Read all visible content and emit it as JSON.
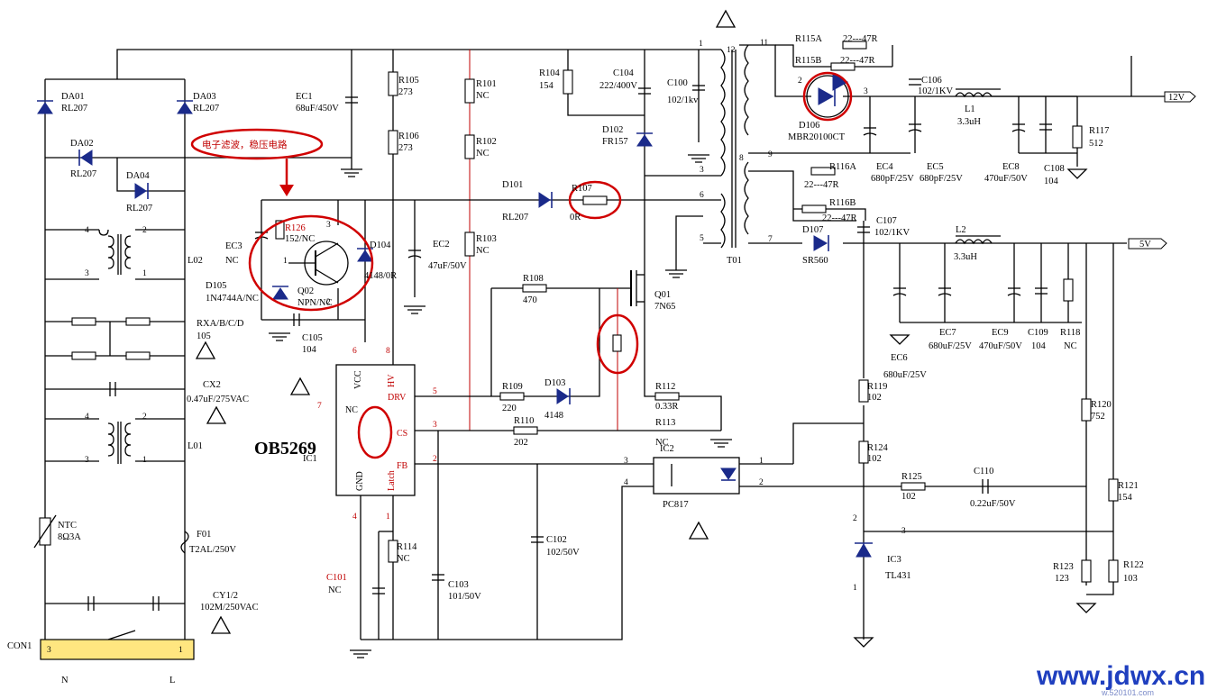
{
  "chip": "OB5269",
  "annotation": "电子滤波，稳压电路",
  "ic_pins": {
    "vcc": "VCC",
    "hv": "HV",
    "drv": "DRV",
    "nc": "NC",
    "cs": "CS",
    "fb": "FB",
    "gnd": "GND",
    "latch": "Latch",
    "p6": "6",
    "p8": "8",
    "p7": "7",
    "p5": "5",
    "p3": "3",
    "p2": "2",
    "p4": "4",
    "p1": "1"
  },
  "parts": {
    "DA01": "DA01",
    "DA01v": "RL207",
    "DA03": "DA03",
    "DA03v": "RL207",
    "DA02": "DA02",
    "DA02v": "RL207",
    "DA04": "DA04",
    "DA04v": "RL207",
    "EC1": "EC1",
    "EC1v": "68uF/450V",
    "R105": "R105",
    "R105v": "273",
    "R106": "R106",
    "R106v": "273",
    "R101": "R101",
    "R101v": "NC",
    "R102": "R102",
    "R102v": "NC",
    "R103": "R103",
    "R103v": "NC",
    "R104": "R104",
    "R104v": "154",
    "C104": "C104",
    "C104v": "222/400V",
    "C100": "C100",
    "C100v": "102/1kv",
    "D102": "D102",
    "D102v": "FR157",
    "D101": "D101",
    "D101v": "RL207",
    "R107": "R107",
    "R107v": "0R",
    "R126": "R126",
    "R126v": "152/NC",
    "EC3": "EC3",
    "EC3v": "NC",
    "D105": "D105",
    "D105v": "1N4744A/NC",
    "Q02": "Q02",
    "Q02v": "NPN/NC",
    "D104": "D104",
    "D104v": "4148/0R",
    "C105": "C105",
    "C105v": "104",
    "EC2": "EC2",
    "EC2v": "47uF/50V",
    "L02": "L02",
    "RXA": "RXA/B/C/D",
    "RXAv": "105",
    "CX2": "CX2",
    "CX2v": "0.47uF/275VAC",
    "L01": "L01",
    "IC1": "IC1",
    "R108": "R108",
    "R108v": "470",
    "Q01": "Q01",
    "Q01v": "7N65",
    "R109": "R109",
    "R109v": "220",
    "D103": "D103",
    "D103v": "4148",
    "R110": "R110",
    "R110v": "202",
    "R112": "R112",
    "R112v": "0.33R",
    "R113": "R113",
    "R113v": "NC",
    "IC2": "IC2",
    "PC817": "PC817",
    "T01": "T01",
    "NTC": "NTC",
    "NTCv": "8Ω3A",
    "F01": "F01",
    "F01v": "T2AL/250V",
    "CY": "CY1/2",
    "CYv": "102M/250VAC",
    "CON1": "CON1",
    "N": "N",
    "L": "L",
    "C101": "C101",
    "C101v": "NC",
    "R114": "R114",
    "R114v": "NC",
    "C103": "C103",
    "C103v": "101/50V",
    "C102": "C102",
    "C102v": "102/50V",
    "R115A": "R115A",
    "R115Av": "22---47R",
    "R115B": "R115B",
    "R115Bv": "22---47R",
    "D106": "D106",
    "D106v": "MBR20100CT",
    "C106": "C106",
    "C106v": "102/1KV",
    "L1": "L1",
    "L1v": "3.3uH",
    "out12": "12V",
    "EC4": "EC4",
    "EC4v": "680pF/25V",
    "EC5": "EC5",
    "EC5v": "680pF/25V",
    "EC8": "EC8",
    "EC8v": "470uF/50V",
    "C108": "C108",
    "C108v": "104",
    "R117": "R117",
    "R117v": "512",
    "R116A": "R116A",
    "R116Av": "22---47R",
    "R116B": "R116B",
    "R116Bv": "22---47R",
    "D107": "D107",
    "D107v": "SR560",
    "C107": "C107",
    "C107v": "102/1KV",
    "L2": "L2",
    "L2v": "3.3uH",
    "out5": "5V",
    "EC7": "EC7",
    "EC7v": "680uF/25V",
    "EC9": "EC9",
    "EC9v": "470uF/50V",
    "C109": "C109",
    "C109v": "104",
    "R118": "R118",
    "R118v": "NC",
    "EC6": "EC6",
    "EC6v": "680uF/25V",
    "R119": "R119",
    "R119v": "102",
    "R124": "R124",
    "R124v": "102",
    "R125": "R125",
    "R125v": "102",
    "C110": "C110",
    "C110v": "0.22uF/50V",
    "R120": "R120",
    "R120v": "752",
    "R121": "R121",
    "R121v": "154",
    "IC3": "IC3",
    "TL431": "TL431",
    "R123": "R123",
    "R123v": "123",
    "R122": "R122",
    "R122v": "103"
  },
  "pins": {
    "t1": "1",
    "t12": "12",
    "t11": "11",
    "t3": "3",
    "t8": "8",
    "t9": "9",
    "t6": "6",
    "t5": "5",
    "t7": "7",
    "l4a": "4",
    "l2a": "2",
    "l3a": "3",
    "l1a": "1",
    "l4b": "4",
    "l2b": "2",
    "l3b": "3",
    "l1b": "1",
    "c3": "3",
    "c1": "1",
    "d2": "2",
    "d3": "3",
    "o1": "1",
    "o2": "2",
    "o3": "3",
    "o4": "4",
    "tl2": "2",
    "tl3": "3",
    "tl1": "1",
    "cn3": "3",
    "cn1": "1",
    "q1": "1",
    "q3": "3",
    "q2": "2"
  },
  "watermark": "www.jdwx.cn",
  "watermark_small": "w.520101.com"
}
